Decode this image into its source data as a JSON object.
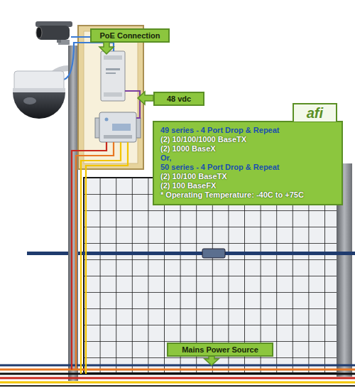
{
  "diagram": {
    "nodes": [
      {
        "text": [
          "PoE Connection"
        ]
      },
      {
        "text": [
          "48 vdc"
        ]
      },
      {
        "text": [
          "afi",
          "49 series - 4 Port Drop & Repeat",
          "(2) 10/100/1000 BaseTX",
          "(2) 1000 BaseX",
          "Or,",
          "50 series - 4 Port Drop & Repeat",
          "(2) 10/100 BaseTX",
          "(2) 100 BaseFX",
          "* Operating Temperature: -40C to +75C"
        ]
      },
      {
        "text": [
          "Mains Power Source"
        ]
      }
    ]
  }
}
